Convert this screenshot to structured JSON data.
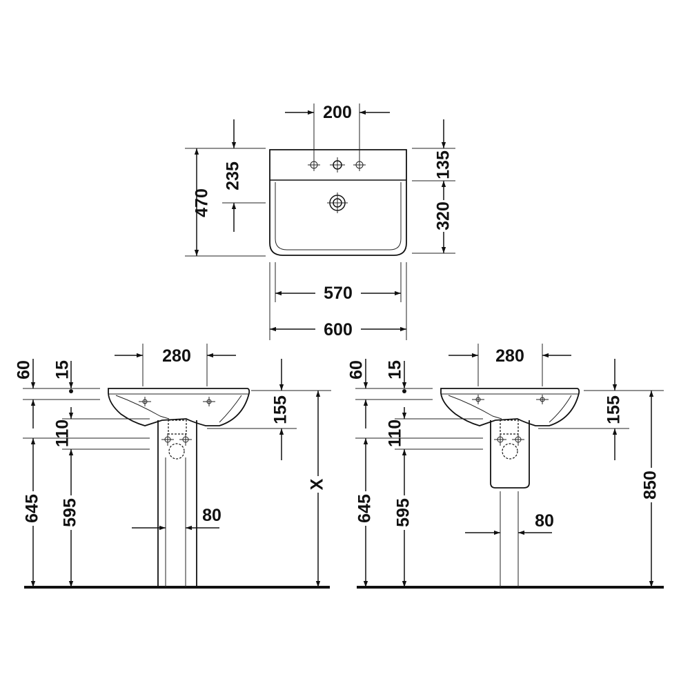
{
  "drawing": {
    "top_view": {
      "tap_hole_spacing": "200",
      "total_depth": "470",
      "tap_to_back": "235",
      "back_to_tap": "135",
      "tap_to_front": "320",
      "inner_width": "570",
      "outer_width": "600"
    },
    "front_pedestal": {
      "waste_spacing": "280",
      "rim_thickness": "60",
      "overflow_offset": "15",
      "bowl_height": "155",
      "waste_height": "110",
      "floor_to_rim_low": "645",
      "floor_to_waste": "595",
      "pedestal_width": "80",
      "variable_height": "X"
    },
    "front_semi_pedestal": {
      "waste_spacing": "280",
      "rim_thickness": "60",
      "overflow_offset": "15",
      "bowl_height": "155",
      "waste_height": "110",
      "floor_to_rim_low": "645",
      "floor_to_waste": "595",
      "pedestal_width": "80",
      "total_height": "850"
    }
  }
}
